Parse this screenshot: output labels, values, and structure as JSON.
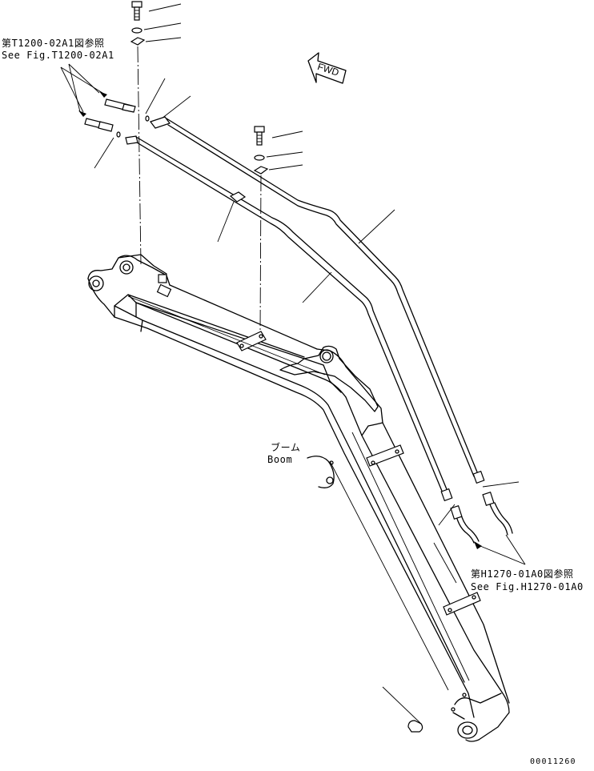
{
  "references": {
    "top_left_jp": "第T1200-02A1図参照",
    "top_left_en": "See Fig.T1200-02A1",
    "bottom_right_jp": "第H1270-01A0図参照",
    "bottom_right_en": "See Fig.H1270-01A0"
  },
  "forward_marker": "FWD",
  "boom_label": {
    "jp": "ブーム",
    "en": "Boom"
  },
  "drawing_number": "00011260"
}
